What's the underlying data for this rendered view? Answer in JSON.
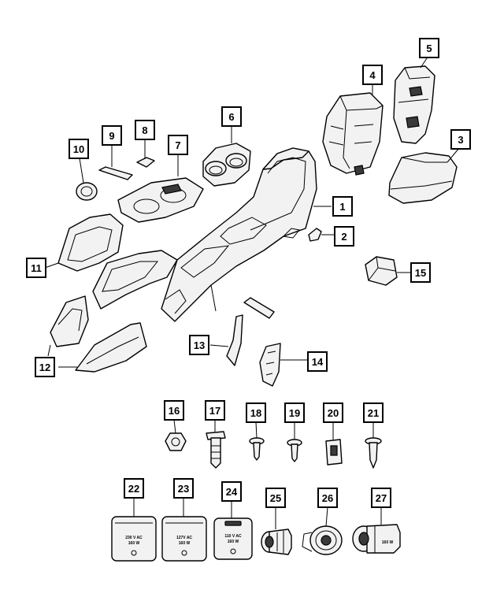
{
  "diagram": {
    "callouts": [
      {
        "label": "1"
      },
      {
        "label": "2"
      },
      {
        "label": "3"
      },
      {
        "label": "4"
      },
      {
        "label": "5"
      },
      {
        "label": "6"
      },
      {
        "label": "7"
      },
      {
        "label": "8"
      },
      {
        "label": "9"
      },
      {
        "label": "10"
      },
      {
        "label": "11"
      },
      {
        "label": "12"
      },
      {
        "label": "13"
      },
      {
        "label": "14"
      },
      {
        "label": "15"
      },
      {
        "label": "16"
      },
      {
        "label": "17"
      },
      {
        "label": "18"
      },
      {
        "label": "19"
      },
      {
        "label": "20"
      },
      {
        "label": "21"
      },
      {
        "label": "22"
      },
      {
        "label": "23"
      },
      {
        "label": "24"
      },
      {
        "label": "25"
      },
      {
        "label": "26"
      },
      {
        "label": "27"
      }
    ],
    "outlet_labels": {
      "p22": [
        "230 V AC",
        "160 W"
      ],
      "p23": [
        "127V AC",
        "160 W"
      ],
      "p24": [
        "110 V AC",
        "160 W"
      ],
      "p27": [
        "160 W"
      ]
    }
  }
}
